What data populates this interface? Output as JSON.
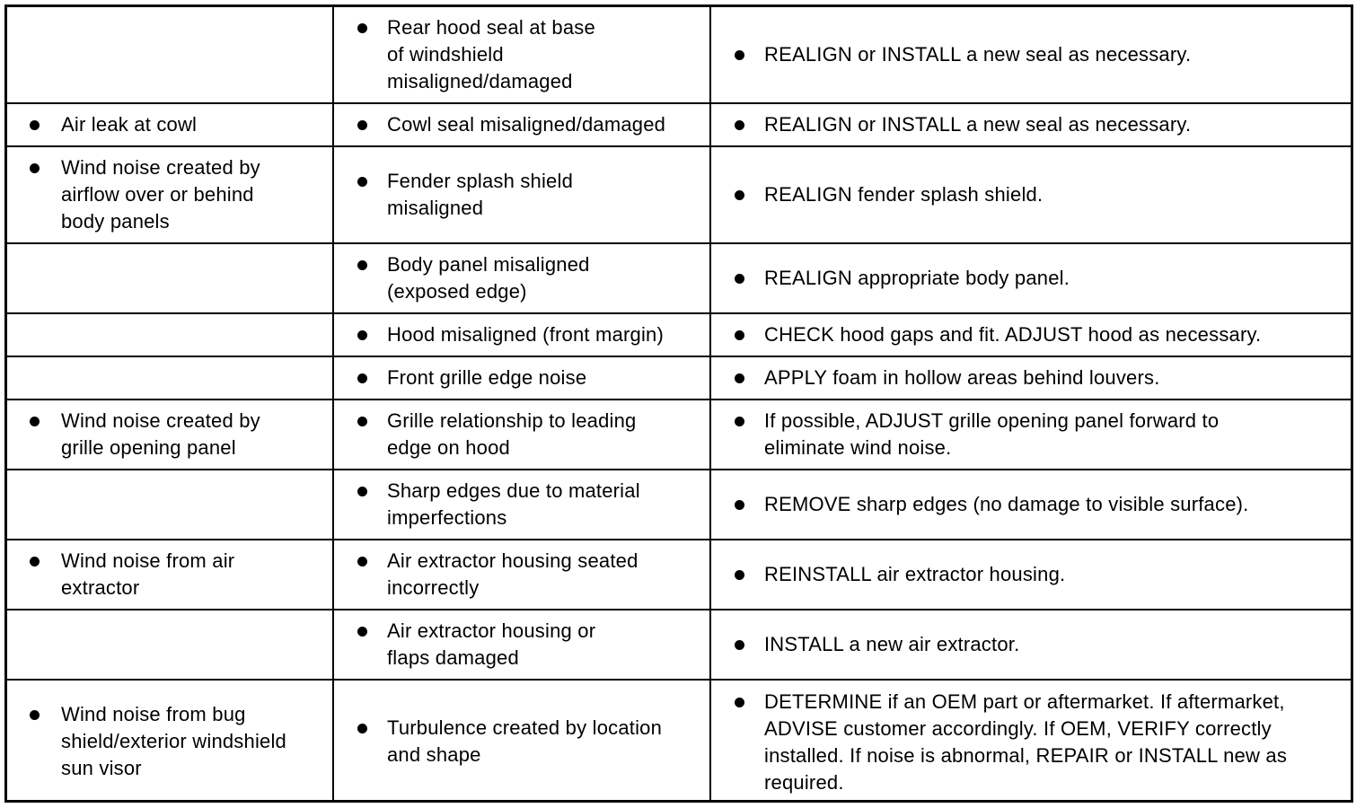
{
  "rows": [
    {
      "condition": "",
      "source": "Rear hood seal at base of windshield misaligned/damaged",
      "action": "REALIGN or INSTALL a new seal as necessary."
    },
    {
      "condition": "Air leak at cowl",
      "source": "Cowl seal misaligned/damaged",
      "action": "REALIGN or INSTALL a new seal as necessary."
    },
    {
      "condition": "Wind noise created by airflow over or behind body panels",
      "source": "Fender splash shield misaligned",
      "action": "REALIGN fender splash shield."
    },
    {
      "condition": "",
      "source": "Body panel misaligned (exposed edge)",
      "action": "REALIGN appropriate body panel."
    },
    {
      "condition": "",
      "source": "Hood misaligned (front margin)",
      "action": "CHECK hood gaps and fit. ADJUST hood as necessary."
    },
    {
      "condition": "",
      "source": "Front grille edge noise",
      "action": "APPLY foam in hollow areas behind louvers."
    },
    {
      "condition": "Wind noise created by grille opening panel",
      "source": "Grille relationship to leading edge on hood",
      "action": "If possible, ADJUST grille opening panel forward to eliminate wind noise."
    },
    {
      "condition": "",
      "source": "Sharp edges due to material imperfections",
      "action": "REMOVE sharp edges (no damage to visible surface)."
    },
    {
      "condition": "Wind noise from air extractor",
      "source": "Air extractor housing seated incorrectly",
      "action": "REINSTALL air extractor housing."
    },
    {
      "condition": "",
      "source": "Air extractor housing or flaps damaged",
      "action": "INSTALL a new air extractor."
    },
    {
      "condition": "Wind noise from bug shield/exterior windshield sun visor",
      "source": "Turbulence created by location and shape",
      "action": "DETERMINE if an OEM part or aftermarket. If aftermarket, ADVISE customer accordingly. If OEM, VERIFY correctly installed. If noise is abnormal, REPAIR or INSTALL new as required."
    }
  ]
}
